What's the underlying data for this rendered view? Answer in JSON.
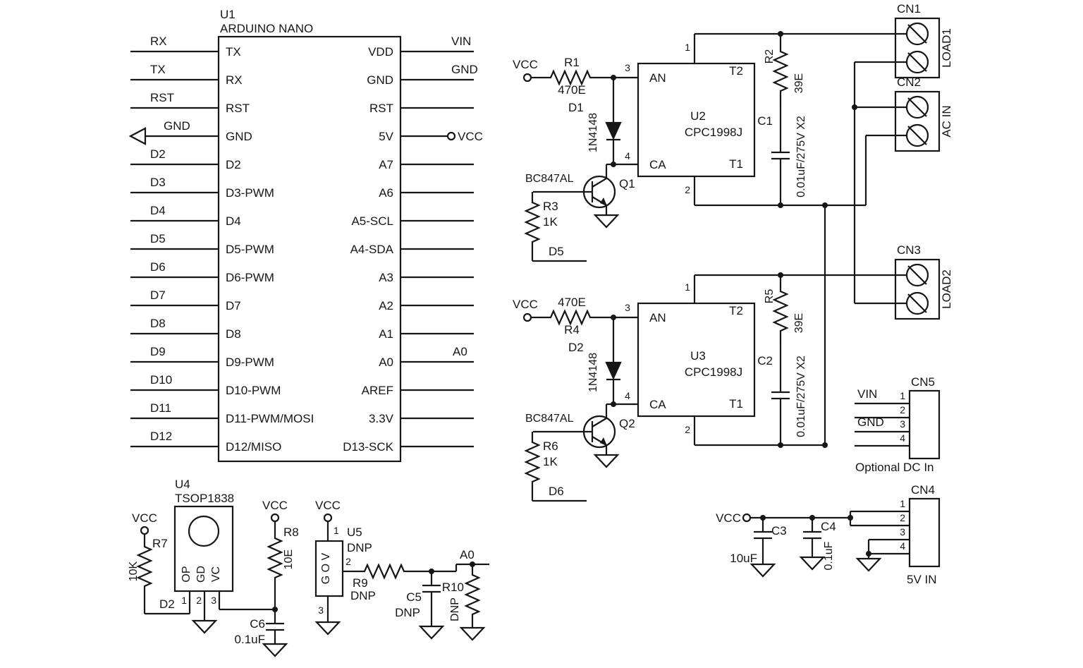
{
  "u1": {
    "ref": "U1",
    "value": "ARDUINO NANO",
    "pins_left": [
      "TX",
      "RX",
      "RST",
      "GND",
      "D2",
      "D3-PWM",
      "D4",
      "D5-PWM",
      "D6-PWM",
      "D7",
      "D8",
      "D9-PWM",
      "D10-PWM",
      "D11-PWM/MOSI",
      "D12/MISO"
    ],
    "pins_right": [
      "VDD",
      "GND",
      "RST",
      "5V",
      "A7",
      "A6",
      "A5-SCL",
      "A4-SDA",
      "A3",
      "A2",
      "A1",
      "A0",
      "AREF",
      "3.3V",
      "D13-SCK"
    ],
    "nets_left": [
      "RX",
      "TX",
      "RST",
      "GND",
      "D2",
      "D3",
      "D4",
      "D5",
      "D6",
      "D7",
      "D8",
      "D9",
      "D10",
      "D11",
      "D12"
    ],
    "net_vin": "VIN",
    "net_gnd": "GND",
    "net_vcc": "VCC",
    "net_a0": "A0"
  },
  "ssr1": {
    "vcc": "VCC",
    "rin_ref": "R1",
    "rin_val": "470E",
    "pin_an": "3",
    "pin_ca": "4",
    "pin_t2": "1",
    "pin_t1": "2",
    "an": "AN",
    "ca": "CA",
    "t2": "T2",
    "t1": "T1",
    "ref": "U2",
    "value": "CPC1998J",
    "d_ref": "D1",
    "d_val": "1N4148",
    "q_ref": "Q1",
    "q_val": "BC847AL",
    "rb_ref": "R3",
    "rb_val": "1K",
    "net": "D5",
    "rs_ref": "R2",
    "rs_val": "39E",
    "cs_ref": "C1",
    "cs_val": "0.01uF/275V X2"
  },
  "ssr2": {
    "vcc": "VCC",
    "rin_ref": "R4",
    "rin_val": "470E",
    "pin_an": "3",
    "pin_ca": "4",
    "pin_t2": "1",
    "pin_t1": "2",
    "an": "AN",
    "ca": "CA",
    "t2": "T2",
    "t1": "T1",
    "ref": "U3",
    "value": "CPC1998J",
    "d_ref": "D2",
    "d_val": "1N4148",
    "q_ref": "Q2",
    "q_val": "BC847AL",
    "rb_ref": "R6",
    "rb_val": "1K",
    "net": "D6",
    "rs_ref": "R5",
    "rs_val": "39E",
    "cs_ref": "C2",
    "cs_val": "0.01uF/275V X2"
  },
  "cn1": {
    "ref": "CN1",
    "label": "LOAD1"
  },
  "cn2": {
    "ref": "CN2",
    "label": "AC IN"
  },
  "cn3": {
    "ref": "CN3",
    "label": "LOAD2"
  },
  "cn5": {
    "ref": "CN5",
    "pins": [
      "1",
      "2",
      "3",
      "4"
    ],
    "net_vin": "VIN",
    "net_gnd": "GND",
    "caption": "Optional DC In"
  },
  "cn4": {
    "ref": "CN4",
    "pins": [
      "1",
      "2",
      "3",
      "4"
    ],
    "caption": "5V IN",
    "vcc": "VCC",
    "c3_ref": "C3",
    "c3_val": "10uF",
    "c4_ref": "C4",
    "c4_val": "0.1uF"
  },
  "ir": {
    "ref": "U4",
    "value": "TSOP1838",
    "vcc_r7": "VCC",
    "r7_ref": "R7",
    "r7_val": "10K",
    "net": "D2",
    "pin_names": [
      "OP",
      "GD",
      "VC"
    ],
    "pin_nums": [
      "1",
      "2",
      "3"
    ],
    "vcc_r8": "VCC",
    "r8_ref": "R8",
    "r8_val": "10E",
    "c6_ref": "C6",
    "c6_val": "0.1uF"
  },
  "u5": {
    "vcc": "VCC",
    "ref": "U5",
    "dnp": "DNP",
    "pin_names": "G O V",
    "pin1": "1",
    "pin2": "2",
    "pin3": "3",
    "r9_ref": "R9",
    "r9_val": "DNP",
    "c5_ref": "C5",
    "c5_val": "DNP",
    "net": "A0",
    "r10_ref": "R10",
    "r10_val": "DNP"
  }
}
